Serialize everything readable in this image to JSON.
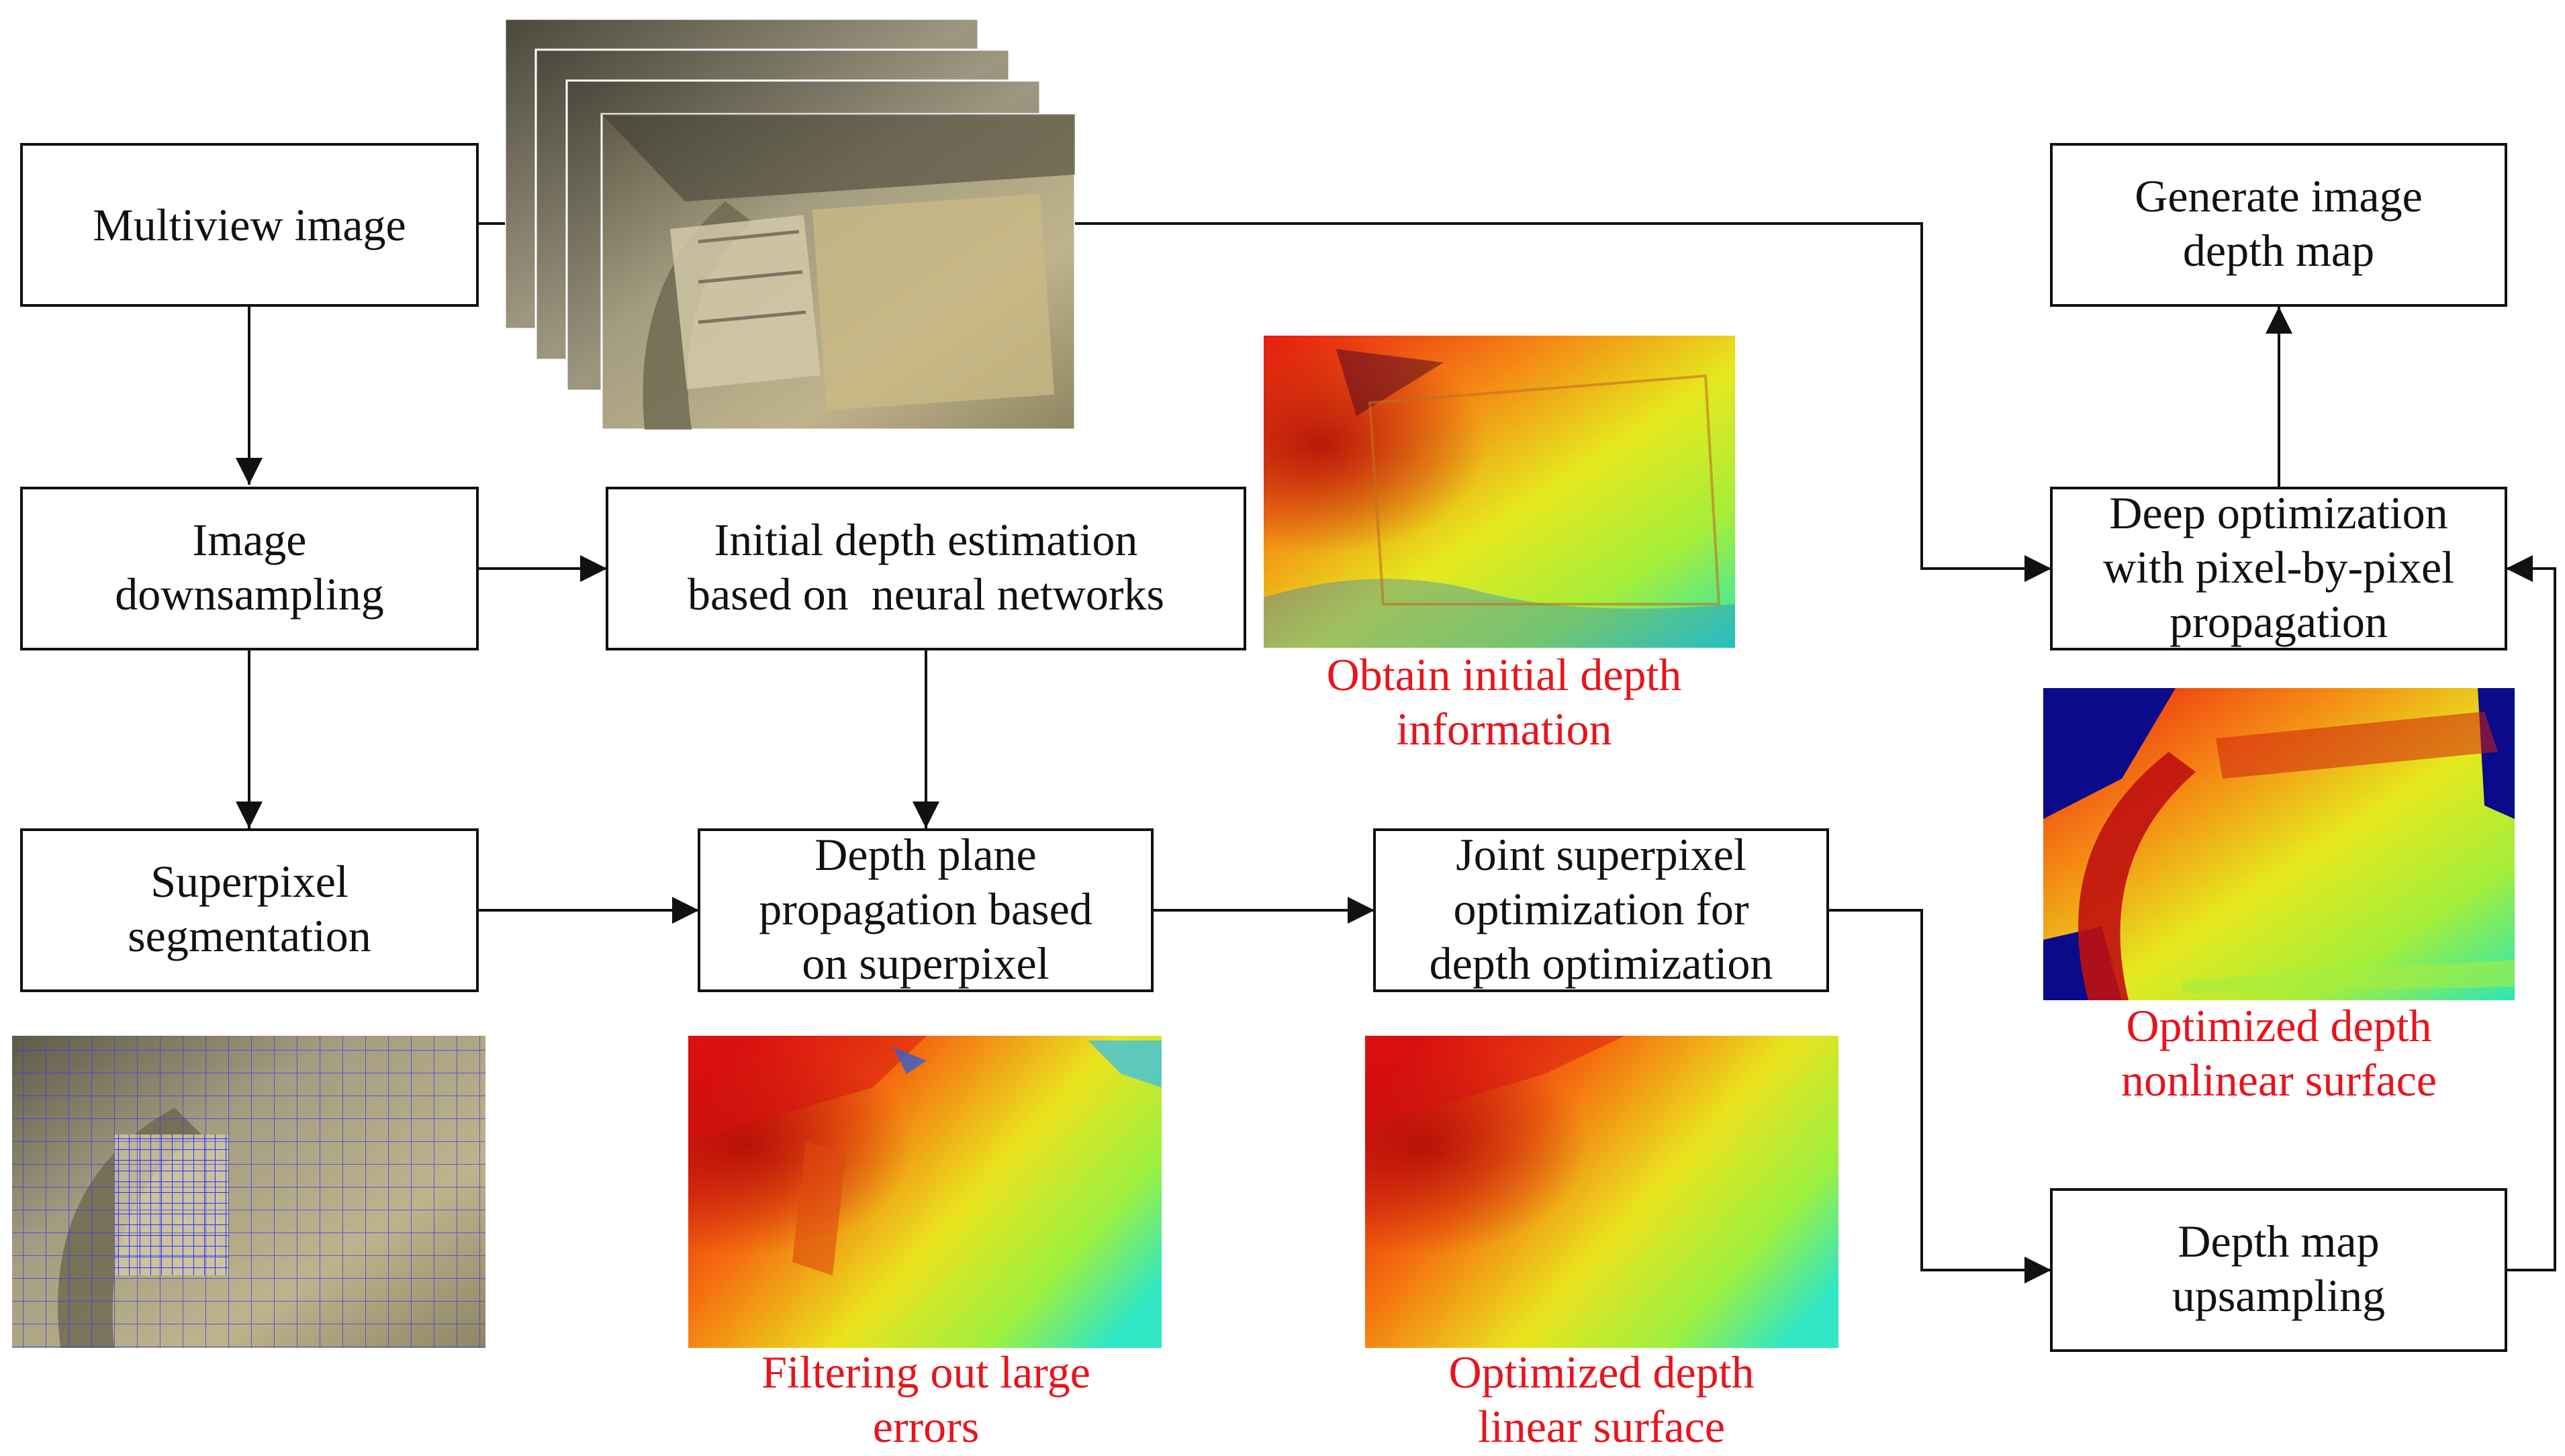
{
  "nodes": {
    "multiview": {
      "lines": [
        "Multiview image"
      ]
    },
    "downsampling": {
      "lines": [
        "Image",
        "downsampling"
      ]
    },
    "superpixel_seg": {
      "lines": [
        "Superpixel",
        "segmentation"
      ]
    },
    "initial_depth": {
      "lines": [
        "Initial depth estimation",
        "based on  neural networks"
      ]
    },
    "plane_propagation": {
      "lines": [
        "Depth plane",
        "propagation based",
        "on superpixel"
      ]
    },
    "joint_opt": {
      "lines": [
        "Joint superpixel",
        "optimization for",
        "depth optimization"
      ]
    },
    "generate": {
      "lines": [
        "Generate image",
        "depth map"
      ]
    },
    "deep_opt": {
      "lines": [
        "Deep optimization",
        "with pixel-by-pixel",
        "propagation"
      ]
    },
    "upsampling": {
      "lines": [
        "Depth map",
        "upsampling"
      ]
    }
  },
  "captions": {
    "initial_info": {
      "lines": [
        "Obtain initial depth",
        "information"
      ]
    },
    "filtering": {
      "lines": [
        "Filtering out large",
        "errors"
      ]
    },
    "linear": {
      "lines": [
        "Optimized depth",
        "linear surface"
      ]
    },
    "nonlinear": {
      "lines": [
        "Optimized depth",
        "nonlinear surface"
      ]
    }
  },
  "colors": {
    "caption": "#e8141c",
    "box_stroke": "#111111"
  }
}
